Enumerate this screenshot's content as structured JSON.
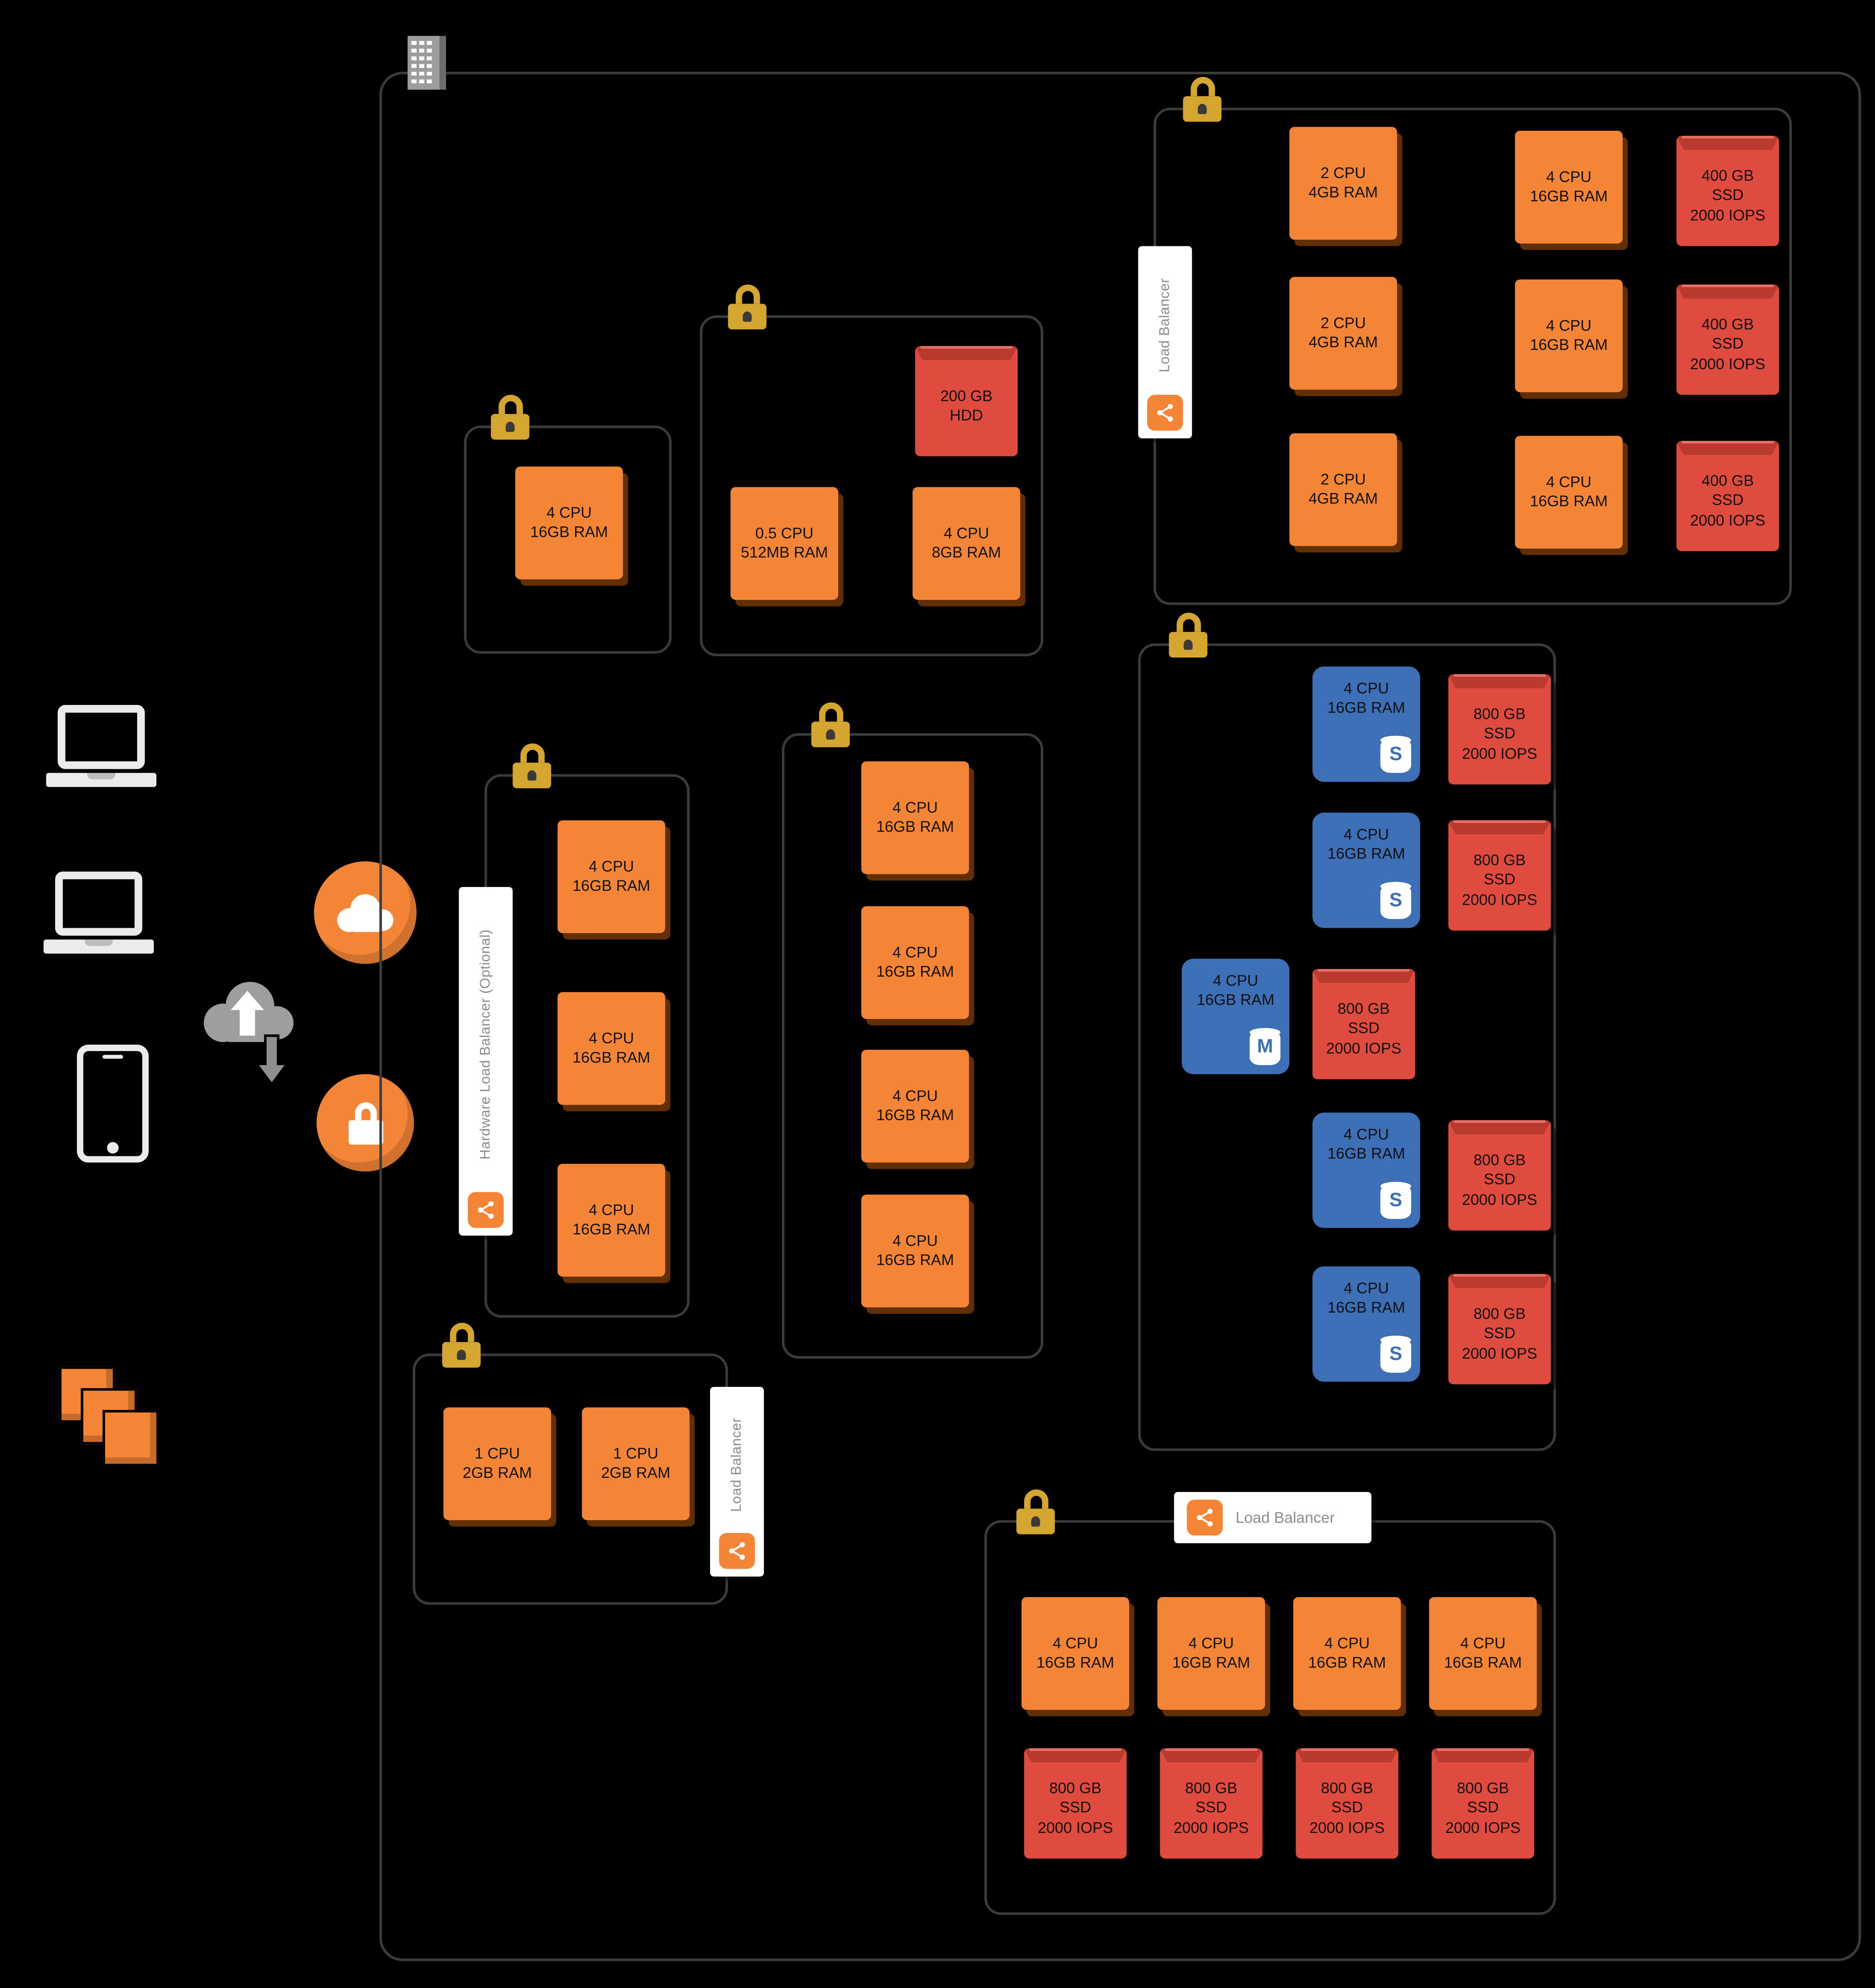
{
  "colors": {
    "background": "#000000",
    "compute_orange": "#F58536",
    "storage_red": "#DF4B3E",
    "storage_red_top": "#B93B30",
    "database_blue": "#3D6FB6",
    "lock_gold": "#D5A62F",
    "group_border": "#3B3B3B",
    "label_bg": "#FFFFFF",
    "label_text": "#8C8C8C",
    "client_gray": "#ECECEC"
  },
  "clients": {
    "devices": [
      "laptop-icon",
      "laptop-icon",
      "smartphone-icon"
    ],
    "internet_icon": "cloud-icon",
    "transfer_icon": "cloud-up-down-arrows-icon",
    "secure_connection_icon": "padlock-circle-icon",
    "instance_stack_icon": "stacked-instances-icon"
  },
  "perimeter": {
    "building_icon": "datacenter-building-icon"
  },
  "groups": {
    "web_tier": {
      "lock_icon": "padlock-icon",
      "load_balancer": {
        "text": "Load Balancer",
        "icon": "network-nodes-icon"
      },
      "app_nodes": [
        {
          "text": "2 CPU\n4GB RAM"
        },
        {
          "text": "2 CPU\n4GB RAM"
        },
        {
          "text": "2 CPU\n4GB RAM"
        }
      ],
      "web_nodes": [
        {
          "text": "4 CPU\n16GB RAM"
        },
        {
          "text": "4 CPU\n16GB RAM"
        },
        {
          "text": "4 CPU\n16GB RAM"
        }
      ],
      "volumes": [
        {
          "text": "400 GB\nSSD\n2000 IOPS"
        },
        {
          "text": "400 GB\nSSD\n2000 IOPS"
        },
        {
          "text": "400 GB\nSSD\n2000 IOPS"
        }
      ]
    },
    "single_node": {
      "lock_icon": "padlock-icon",
      "node": {
        "text": "4 CPU\n16GB RAM"
      }
    },
    "utility": {
      "lock_icon": "padlock-icon",
      "volume": {
        "text": "200 GB\nHDD"
      },
      "small_node": {
        "text": "0.5 CPU\n512MB RAM"
      },
      "app_node": {
        "text": "4 CPU\n8GB RAM"
      }
    },
    "hardware_lb": {
      "lock_icon": "padlock-icon",
      "load_balancer": {
        "text": "Hardware Load Balancer (Optional)",
        "icon": "network-nodes-icon"
      },
      "nodes": [
        {
          "text": "4 CPU\n16GB RAM"
        },
        {
          "text": "4 CPU\n16GB RAM"
        },
        {
          "text": "4 CPU\n16GB RAM"
        }
      ]
    },
    "app_tier": {
      "lock_icon": "padlock-icon",
      "nodes": [
        {
          "text": "4 CPU\n16GB RAM"
        },
        {
          "text": "4 CPU\n16GB RAM"
        },
        {
          "text": "4 CPU\n16GB RAM"
        },
        {
          "text": "4 CPU\n16GB RAM"
        }
      ]
    },
    "db_tier": {
      "lock_icon": "padlock-icon",
      "rows": [
        {
          "node": {
            "text": "4 CPU\n16GB RAM",
            "badge": "S"
          },
          "volume": {
            "text": "800 GB\nSSD\n2000 IOPS"
          }
        },
        {
          "node": {
            "text": "4 CPU\n16GB RAM",
            "badge": "S"
          },
          "volume": {
            "text": "800 GB\nSSD\n2000 IOPS"
          }
        },
        {
          "node": {
            "text": "4 CPU\n16GB RAM",
            "badge": "M"
          },
          "volume": {
            "text": "800 GB\nSSD\n2000 IOPS"
          }
        },
        {
          "node": {
            "text": "4 CPU\n16GB RAM",
            "badge": "S"
          },
          "volume": {
            "text": "800 GB\nSSD\n2000 IOPS"
          }
        },
        {
          "node": {
            "text": "4 CPU\n16GB RAM",
            "badge": "S"
          },
          "volume": {
            "text": "800 GB\nSSD\n2000 IOPS"
          }
        }
      ]
    },
    "small_lb": {
      "lock_icon": "padlock-icon",
      "load_balancer": {
        "text": "Load Balancer",
        "icon": "network-nodes-icon"
      },
      "nodes": [
        {
          "text": "1 CPU\n2GB RAM"
        },
        {
          "text": "1 CPU\n2GB RAM"
        }
      ]
    },
    "worker_tier": {
      "lock_icon": "padlock-icon",
      "load_balancer": {
        "text": "Load Balancer",
        "icon": "network-nodes-icon"
      },
      "nodes": [
        {
          "text": "4 CPU\n16GB RAM"
        },
        {
          "text": "4 CPU\n16GB RAM"
        },
        {
          "text": "4 CPU\n16GB RAM"
        },
        {
          "text": "4 CPU\n16GB RAM"
        }
      ],
      "volumes": [
        {
          "text": "800 GB\nSSD\n2000 IOPS"
        },
        {
          "text": "800 GB\nSSD\n2000 IOPS"
        },
        {
          "text": "800 GB\nSSD\n2000 IOPS"
        },
        {
          "text": "800 GB\nSSD\n2000 IOPS"
        }
      ]
    }
  }
}
